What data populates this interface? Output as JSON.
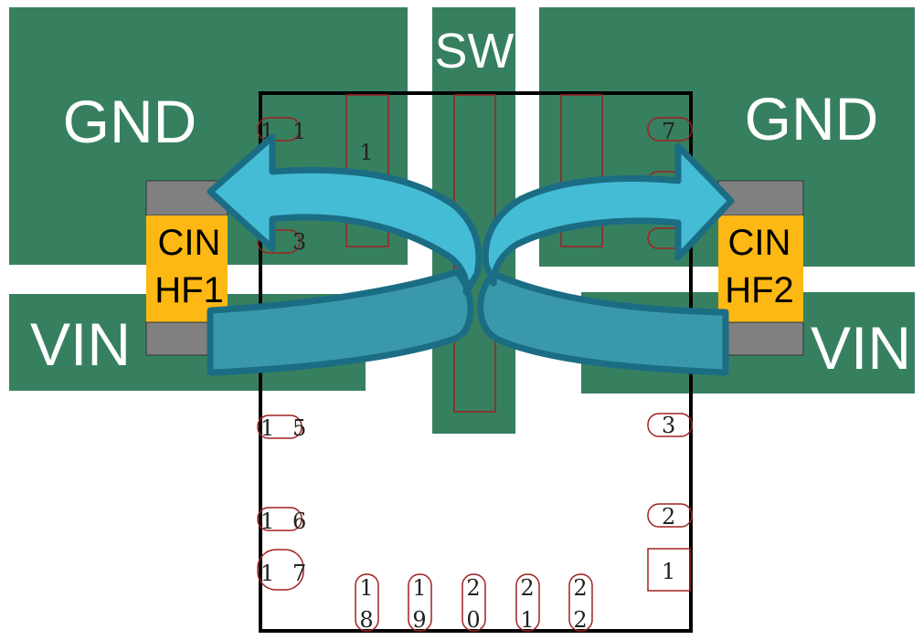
{
  "nets": {
    "gnd_left": "GND",
    "gnd_right": "GND",
    "sw": "SW",
    "vin_left": "VIN",
    "vin_right": "VIN"
  },
  "capacitors": {
    "cin_hf1": {
      "line1": "CIN",
      "line2": "HF1"
    },
    "cin_hf2": {
      "line1": "CIN",
      "line2": "HF2"
    }
  },
  "pins": {
    "left": [
      "1",
      "1",
      "3",
      "5",
      "6",
      "7"
    ],
    "left_prefix": "1",
    "right": [
      "7",
      "3",
      "2",
      "1"
    ],
    "inner_left": "1",
    "bottom": [
      {
        "top": "1",
        "bottom": "8"
      },
      {
        "top": "1",
        "bottom": "9"
      },
      {
        "top": "2",
        "bottom": "0"
      },
      {
        "top": "2",
        "bottom": "1"
      },
      {
        "top": "2",
        "bottom": "2"
      }
    ]
  },
  "colors": {
    "copper": "#368060",
    "cap_body": "#fdb813",
    "cap_terminal": "#808080",
    "arrow_light": "#45bcd6",
    "arrow_dark": "#3a98ab",
    "arrow_outline": "#1b6d84",
    "pad_outline": "#a02020"
  }
}
